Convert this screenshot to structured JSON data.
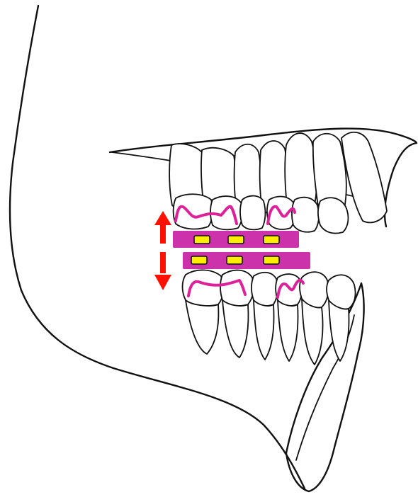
{
  "diagram": {
    "subject": "lateral-jaw-bite-block",
    "colors": {
      "outline": "#111111",
      "background": "#ffffff",
      "plate": "#cc33aa",
      "occlusal_line": "#dd2299",
      "pad": "#ffee00",
      "arrow": "#ff1100"
    },
    "upper_plate_pads": 3,
    "lower_plate_pads": 3,
    "arrows": [
      "arrow-up",
      "arrow-down"
    ]
  }
}
